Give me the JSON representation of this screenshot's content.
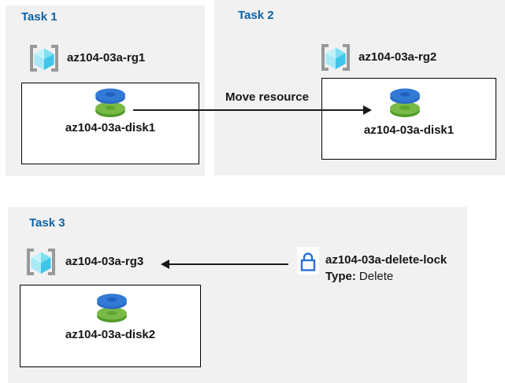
{
  "colors": {
    "panel_bg": "#f1f1f1",
    "title_blue": "#0e62a3",
    "text_black": "#161616",
    "line_black": "#1a1a1a",
    "lock_blue": "#2b6fd6"
  },
  "tasks": [
    {
      "title": "Task 1",
      "resource_group": "az104-03a-rg1",
      "resource": "az104-03a-disk1"
    },
    {
      "title": "Task 2",
      "resource_group": "az104-03a-rg2",
      "resource": "az104-03a-disk1"
    },
    {
      "title": "Task 3",
      "resource_group": "az104-03a-rg3",
      "resource": "az104-03a-disk2"
    }
  ],
  "move_arrow": {
    "label": "Move resource",
    "direction": "right",
    "from": "az104-03a-rg1",
    "to": "az104-03a-rg2"
  },
  "lock_arrow": {
    "direction": "left",
    "to": "az104-03a-rg3"
  },
  "lock": {
    "name": "az104-03a-delete-lock",
    "type_label": "Type:",
    "type_value": "Delete"
  },
  "icons": {
    "resource_group": "resource-group-icon",
    "disk": "disk-icon",
    "lock": "lock-icon"
  }
}
